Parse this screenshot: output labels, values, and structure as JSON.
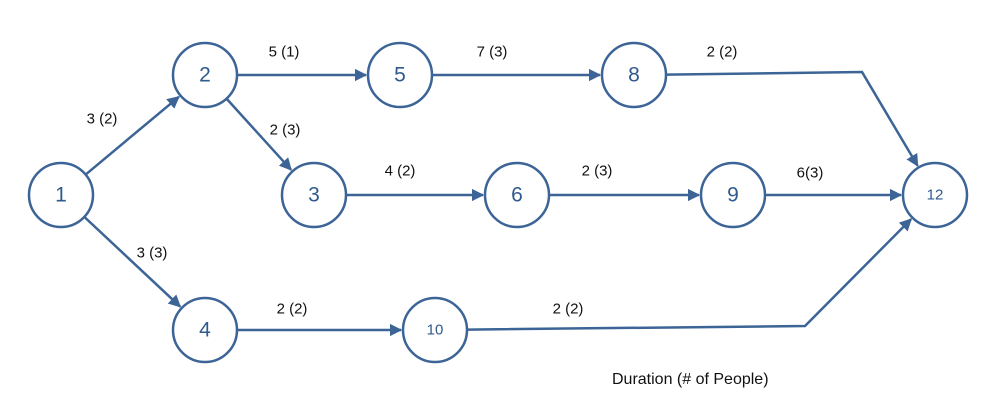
{
  "legend": "Duration (# of People)",
  "colors": {
    "stroke": "#3c6496",
    "node_text": "#2f5a8e",
    "edge_text": "#111111"
  },
  "nodes": [
    {
      "id": "1",
      "label": "1"
    },
    {
      "id": "2",
      "label": "2"
    },
    {
      "id": "3",
      "label": "3"
    },
    {
      "id": "4",
      "label": "4"
    },
    {
      "id": "5",
      "label": "5"
    },
    {
      "id": "6",
      "label": "6"
    },
    {
      "id": "8",
      "label": "8"
    },
    {
      "id": "9",
      "label": "9"
    },
    {
      "id": "10",
      "label": "10"
    },
    {
      "id": "12",
      "label": "12"
    }
  ],
  "edges": [
    {
      "from": "1",
      "to": "2",
      "label": "3 (2)"
    },
    {
      "from": "1",
      "to": "4",
      "label": "3 (3)"
    },
    {
      "from": "2",
      "to": "5",
      "label": "5 (1)"
    },
    {
      "from": "2",
      "to": "3",
      "label": "2 (3)"
    },
    {
      "from": "5",
      "to": "8",
      "label": "7 (3)"
    },
    {
      "from": "8",
      "to": "12",
      "label": "2 (2)"
    },
    {
      "from": "3",
      "to": "6",
      "label": "4 (2)"
    },
    {
      "from": "6",
      "to": "9",
      "label": "2 (3)"
    },
    {
      "from": "9",
      "to": "12",
      "label": "6(3)"
    },
    {
      "from": "4",
      "to": "10",
      "label": "2 (2)"
    },
    {
      "from": "10",
      "to": "12",
      "label": "2 (2)"
    }
  ]
}
